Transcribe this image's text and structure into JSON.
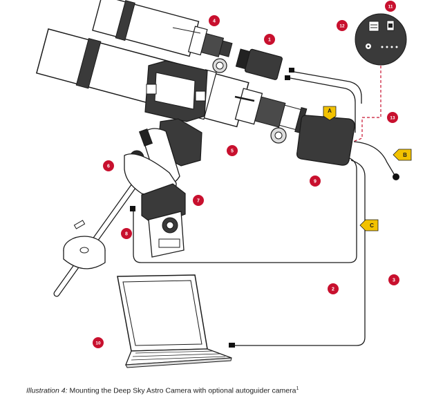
{
  "caption": {
    "italic_prefix": "Illustration 4:",
    "text": " Mounting the Deep Sky Astro Camera with optional autoguider camera",
    "superscript": "1"
  },
  "colors": {
    "marker_red": "#c8102e",
    "marker_yellow": "#f2c200",
    "cable_red_dashed": "#c8102e",
    "outline": "#1a1a1a",
    "dark_body": "#3a3a3a"
  },
  "numbered_markers": [
    {
      "label": "1"
    },
    {
      "label": "2"
    },
    {
      "label": "3"
    },
    {
      "label": "4"
    },
    {
      "label": "5"
    },
    {
      "label": "6"
    },
    {
      "label": "7"
    },
    {
      "label": "8"
    },
    {
      "label": "9"
    },
    {
      "label": "10"
    },
    {
      "label": "11"
    },
    {
      "label": "12"
    },
    {
      "label": "13"
    }
  ],
  "letter_tags": [
    {
      "label": "A"
    },
    {
      "label": "B"
    },
    {
      "label": "C"
    }
  ]
}
